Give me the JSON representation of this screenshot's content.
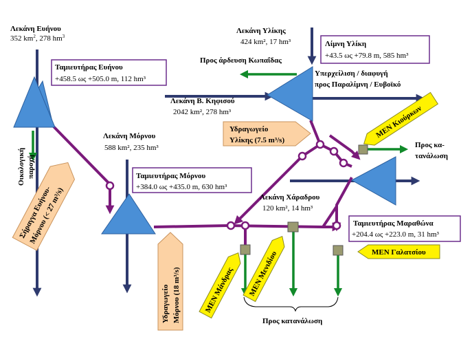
{
  "basins": {
    "evinos": {
      "name": "Λεκάνη Ευήνου",
      "area": "352 km",
      "vol": ", 278 hm"
    },
    "mornos": {
      "name": "Λεκάνη Μόρνου",
      "stats": "588 km², 235 hm³"
    },
    "yliki": {
      "name": "Λεκάνη Υλίκης",
      "stats": "424 km², 17 hm³"
    },
    "kifisos": {
      "name": "Λεκάνη Β. Κηφισού",
      "stats": "2042 km², 278 hm³"
    },
    "charadros": {
      "name": "Λεκάνη Χάραδρου",
      "stats": "120 km², 14 hm³"
    }
  },
  "reservoirs": {
    "evinos": {
      "title": "Ταμιευτήρας Ευήνου",
      "range": "+458.5 ως +505.0 m, 112 hm³"
    },
    "mornos": {
      "title": "Ταμιευτήρας Μόρνου",
      "range": "+384.0 ως +435.0 m, 630 hm³"
    },
    "yliki": {
      "title": "Λίμνη Υλίκη",
      "range": "+43.5 ως +79.8 m, 585 hm³"
    },
    "marathon": {
      "title": "Ταμιευτήρας Μαραθώνα",
      "range": "+204.4 ως +223.0 m, 31 hm³"
    }
  },
  "labels": {
    "kopaida": "Προς άρδευση Κωπαΐδας",
    "overflow_1": "Υπερχείλιση / διαφυγή",
    "overflow_2": "προς Παραλίμνη / Ευβοϊκό",
    "ecological_1": "Οικολογική",
    "ecological_2": "παροχή",
    "to_consumption_1": "Προς κα-",
    "to_consumption_2": "τανάλωση",
    "to_consumption_bottom": "Προς κατανάλωση"
  },
  "aqueducts": {
    "yliki_1": "Υδραγωγείο",
    "yliki_2": "Υλίκης (7.5 m³/s)",
    "tunnel_1": "Σήραγγα Ευήνου-",
    "tunnel_2": "Μόρνου (< 27 m³/s)",
    "mornos_1": "Υδραγωγείο",
    "mornos_2": "Μόρνου (18 m³/s)"
  },
  "plants": {
    "kiourka": "ΜΕΝ Κιούρκων",
    "galatsi": "ΜΕΝ Γαλατσίου",
    "mandra": "ΜΕΝ Μάνδρας",
    "menidi": "ΜΕΝ Μενιδίου"
  },
  "colors": {
    "river": "#2e3a6e",
    "aqueduct": "#7b1a7b",
    "outflow": "#118a2a",
    "reservoir": "#4a8fd6",
    "label_box": "#fcd2a4",
    "plant_box": "#fff200"
  }
}
